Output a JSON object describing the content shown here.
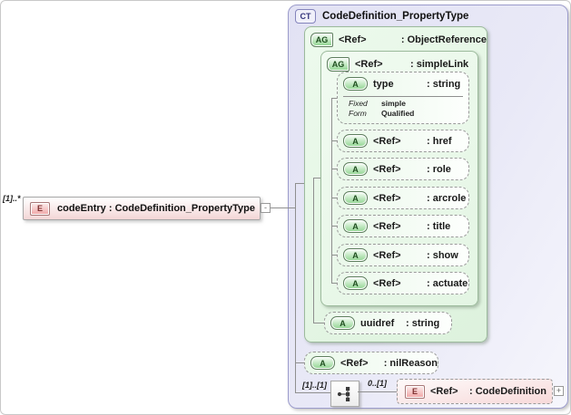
{
  "left_element": {
    "multiplicity": "[1]..*",
    "icon": "E",
    "label": "codeEntry : CodeDefinition_PropertyType",
    "collapse_glyph": "-"
  },
  "complex_type": {
    "icon": "CT",
    "title": "CodeDefinition_PropertyType"
  },
  "object_reference": {
    "icon": "AG",
    "name": "<Ref>",
    "type": ": ObjectReference"
  },
  "simple_link": {
    "icon": "AG",
    "name": "<Ref>",
    "type": ": simpleLink"
  },
  "attr_type": {
    "icon": "A",
    "name": "type",
    "type": ": string",
    "facets": [
      {
        "label": "Fixed",
        "value": "simple"
      },
      {
        "label": "Form",
        "value": "Qualified"
      }
    ]
  },
  "attrs": [
    {
      "icon": "A",
      "name": "<Ref>",
      "type": ": href"
    },
    {
      "icon": "A",
      "name": "<Ref>",
      "type": ": role"
    },
    {
      "icon": "A",
      "name": "<Ref>",
      "type": ": arcrole"
    },
    {
      "icon": "A",
      "name": "<Ref>",
      "type": ": title"
    },
    {
      "icon": "A",
      "name": "<Ref>",
      "type": ": show"
    },
    {
      "icon": "A",
      "name": "<Ref>",
      "type": ": actuate"
    }
  ],
  "attr_uuidref": {
    "icon": "A",
    "name": "uuidref",
    "type": ": string"
  },
  "attr_nilreason": {
    "icon": "A",
    "name": "<Ref>",
    "type": ": nilReason"
  },
  "compositor": {
    "multiplicity": "[1]..[1]",
    "child_multiplicity": "0..[1]"
  },
  "code_definition": {
    "icon": "E",
    "name": "<Ref>",
    "type": ": CodeDefinition",
    "expand_glyph": "+"
  },
  "colors": {
    "complex_type_fill": "#E4E4F5",
    "complex_type_border": "#9B9BCB",
    "group_fill": "#E3F4E1",
    "group_border": "#9CBA9C",
    "element_fill": "#F6DADA",
    "line": "#8F8F8F"
  }
}
